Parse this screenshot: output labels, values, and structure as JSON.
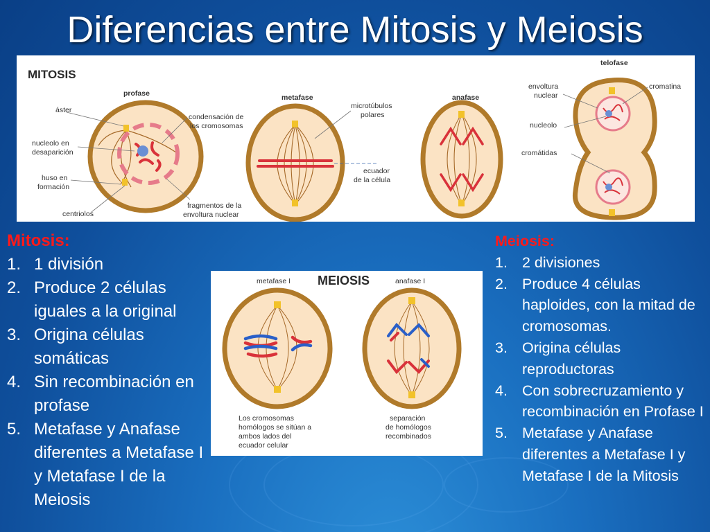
{
  "title": "Diferencias entre Mitosis y Meiosis",
  "colors": {
    "heading_red": "#ff1a1a",
    "text_white": "#ffffff",
    "background_blue": "#1a6fc0",
    "cell_membrane": "#b07a2a",
    "cell_fill": "#fbe3c4",
    "chromosome_red": "#e0413a",
    "chromosome_blue": "#2a5fc8"
  },
  "mitosis_figure": {
    "heading": "MITOSIS",
    "stages": [
      "profase",
      "metafase",
      "anafase",
      "telofase"
    ],
    "labels": {
      "aster": "áster",
      "nucleolo_desaparicion_1": "nucleolo en",
      "nucleolo_desaparicion_2": "desaparición",
      "huso_1": "huso en",
      "huso_2": "formación",
      "centriolos": "centriolos",
      "condensacion_1": "condensación de",
      "condensacion_2": "los cromosomas",
      "fragmentos_1": "fragmentos de la",
      "fragmentos_2": "envoltura nuclear",
      "microtubulos_1": "microtúbulos",
      "microtubulos_2": "polares",
      "ecuador_1": "ecuador",
      "ecuador_2": "de la célula",
      "envoltura_1": "envoltura",
      "envoltura_2": "nuclear",
      "nucleolo": "nucleolo",
      "cromatina": "cromatina",
      "cromatidas": "cromátidas"
    }
  },
  "meiosis_figure": {
    "heading": "MEIOSIS",
    "stages": [
      "metafase I",
      "anafase I"
    ],
    "caption_left": [
      "Los cromosomas",
      "homólogos se sitúan a",
      "ambos lados del",
      "ecuador celular"
    ],
    "caption_right": [
      "separación",
      "de homólogos",
      "recombinados"
    ]
  },
  "mitosis_list": {
    "heading": "Mitosis:",
    "items": [
      {
        "num": "1.",
        "text": "1 división"
      },
      {
        "num": "2.",
        "text": "Produce 2 células iguales a la original"
      },
      {
        "num": "3.",
        "text": "Origina células somáticas"
      },
      {
        "num": "4.",
        "text": "Sin recombinación en profase"
      },
      {
        "num": "5.",
        "text": "Metafase y Anafase diferentes a Metafase I y Metafase I de la Meiosis"
      }
    ]
  },
  "meiosis_list": {
    "heading": "Meiosis:",
    "items": [
      {
        "num": "1.",
        "text": "2 divisiones"
      },
      {
        "num": "2.",
        "text": "Produce 4 células haploides, con la mitad de cromosomas."
      },
      {
        "num": "3.",
        "text": "Origina células reproductoras"
      },
      {
        "num": "4.",
        "text": "Con sobrecruzamiento y recombinación en Profase I"
      },
      {
        "num": "5.",
        "text": "Metafase y Anafase diferentes a Metafase I y Metafase I de la Mitosis"
      }
    ]
  }
}
